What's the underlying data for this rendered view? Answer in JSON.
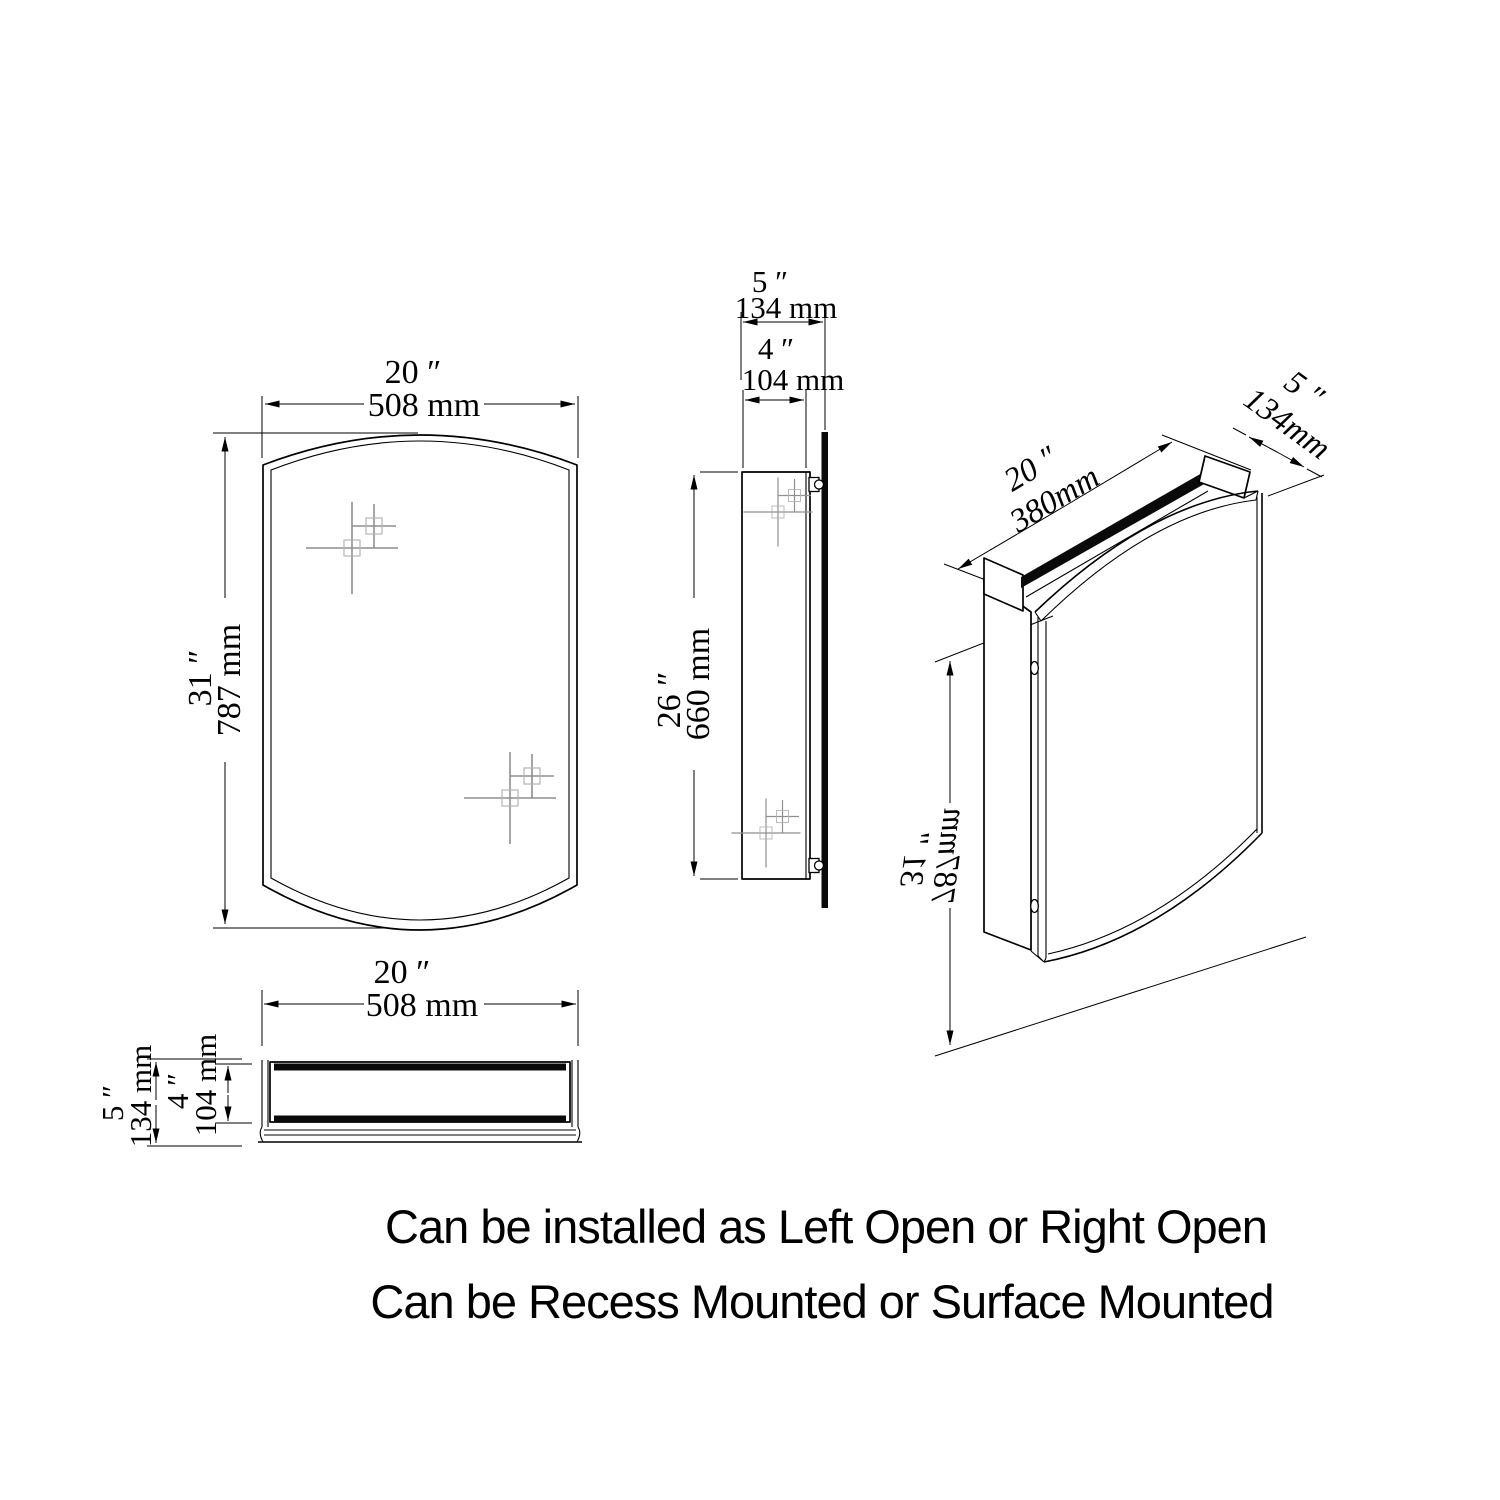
{
  "drawing_title": "Arched medicine cabinet dimension drawing",
  "front_view": {
    "width_in": "20 ″",
    "width_mm": "508 mm",
    "height_in": "31 ″",
    "height_mm": "787 mm"
  },
  "side_view": {
    "depth_overall_in": "5 ″",
    "depth_overall_mm": "134 mm",
    "depth_body_in": "4 ″",
    "depth_body_mm": "104 mm",
    "height_in": "26 ″",
    "height_mm": "660 mm"
  },
  "bottom_view": {
    "width_in": "20 ″",
    "width_mm": "508 mm",
    "depth_overall_in": "5 ″",
    "depth_overall_mm": "134 mm",
    "depth_body_in": "4 ″",
    "depth_body_mm": "104 mm"
  },
  "perspective_view": {
    "width_in": "20 ″",
    "width_mm": "380mm",
    "depth_in": "5 ″",
    "depth_mm": "134mm",
    "height_in": "31 ″",
    "height_mm": "787mm"
  },
  "caption": {
    "line1": "Can be installed as Left Open or Right Open",
    "line2": "Can be Recess Mounted or Surface Mounted"
  },
  "colors": {
    "line": "#000000",
    "background": "#ffffff",
    "sparkle": "#8f8f8f"
  }
}
